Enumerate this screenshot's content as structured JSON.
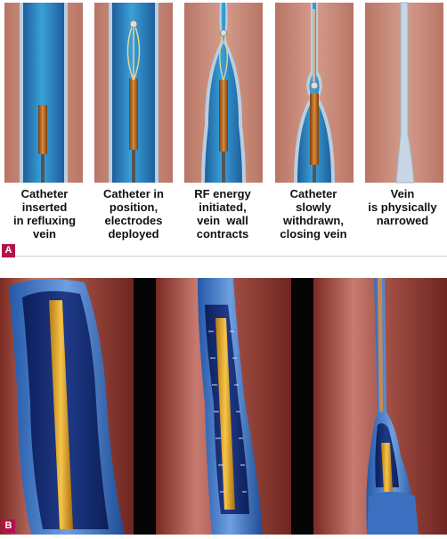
{
  "panel_a": {
    "badge": "A",
    "steps": [
      {
        "lines": [
          "Catheter",
          "inserted",
          "in refluxing",
          "vein"
        ]
      },
      {
        "lines": [
          "Catheter in",
          "position,",
          "electrodes",
          "deployed"
        ]
      },
      {
        "lines": [
          "RF energy",
          "initiated,",
          "vein  wall",
          "contracts"
        ]
      },
      {
        "lines": [
          "Catheter",
          "slowly",
          "withdrawn,",
          "closing vein"
        ]
      },
      {
        "lines": [
          "Vein",
          "is physically",
          "narrowed"
        ]
      }
    ]
  },
  "panel_b": {
    "badge": "B"
  },
  "colors": {
    "tissue": "#c98a7a",
    "vein_blue": "#2a7fbf",
    "vein_wall": "#a9c4d8",
    "catheter": "#d8a23a",
    "badge": "#b3124a"
  }
}
